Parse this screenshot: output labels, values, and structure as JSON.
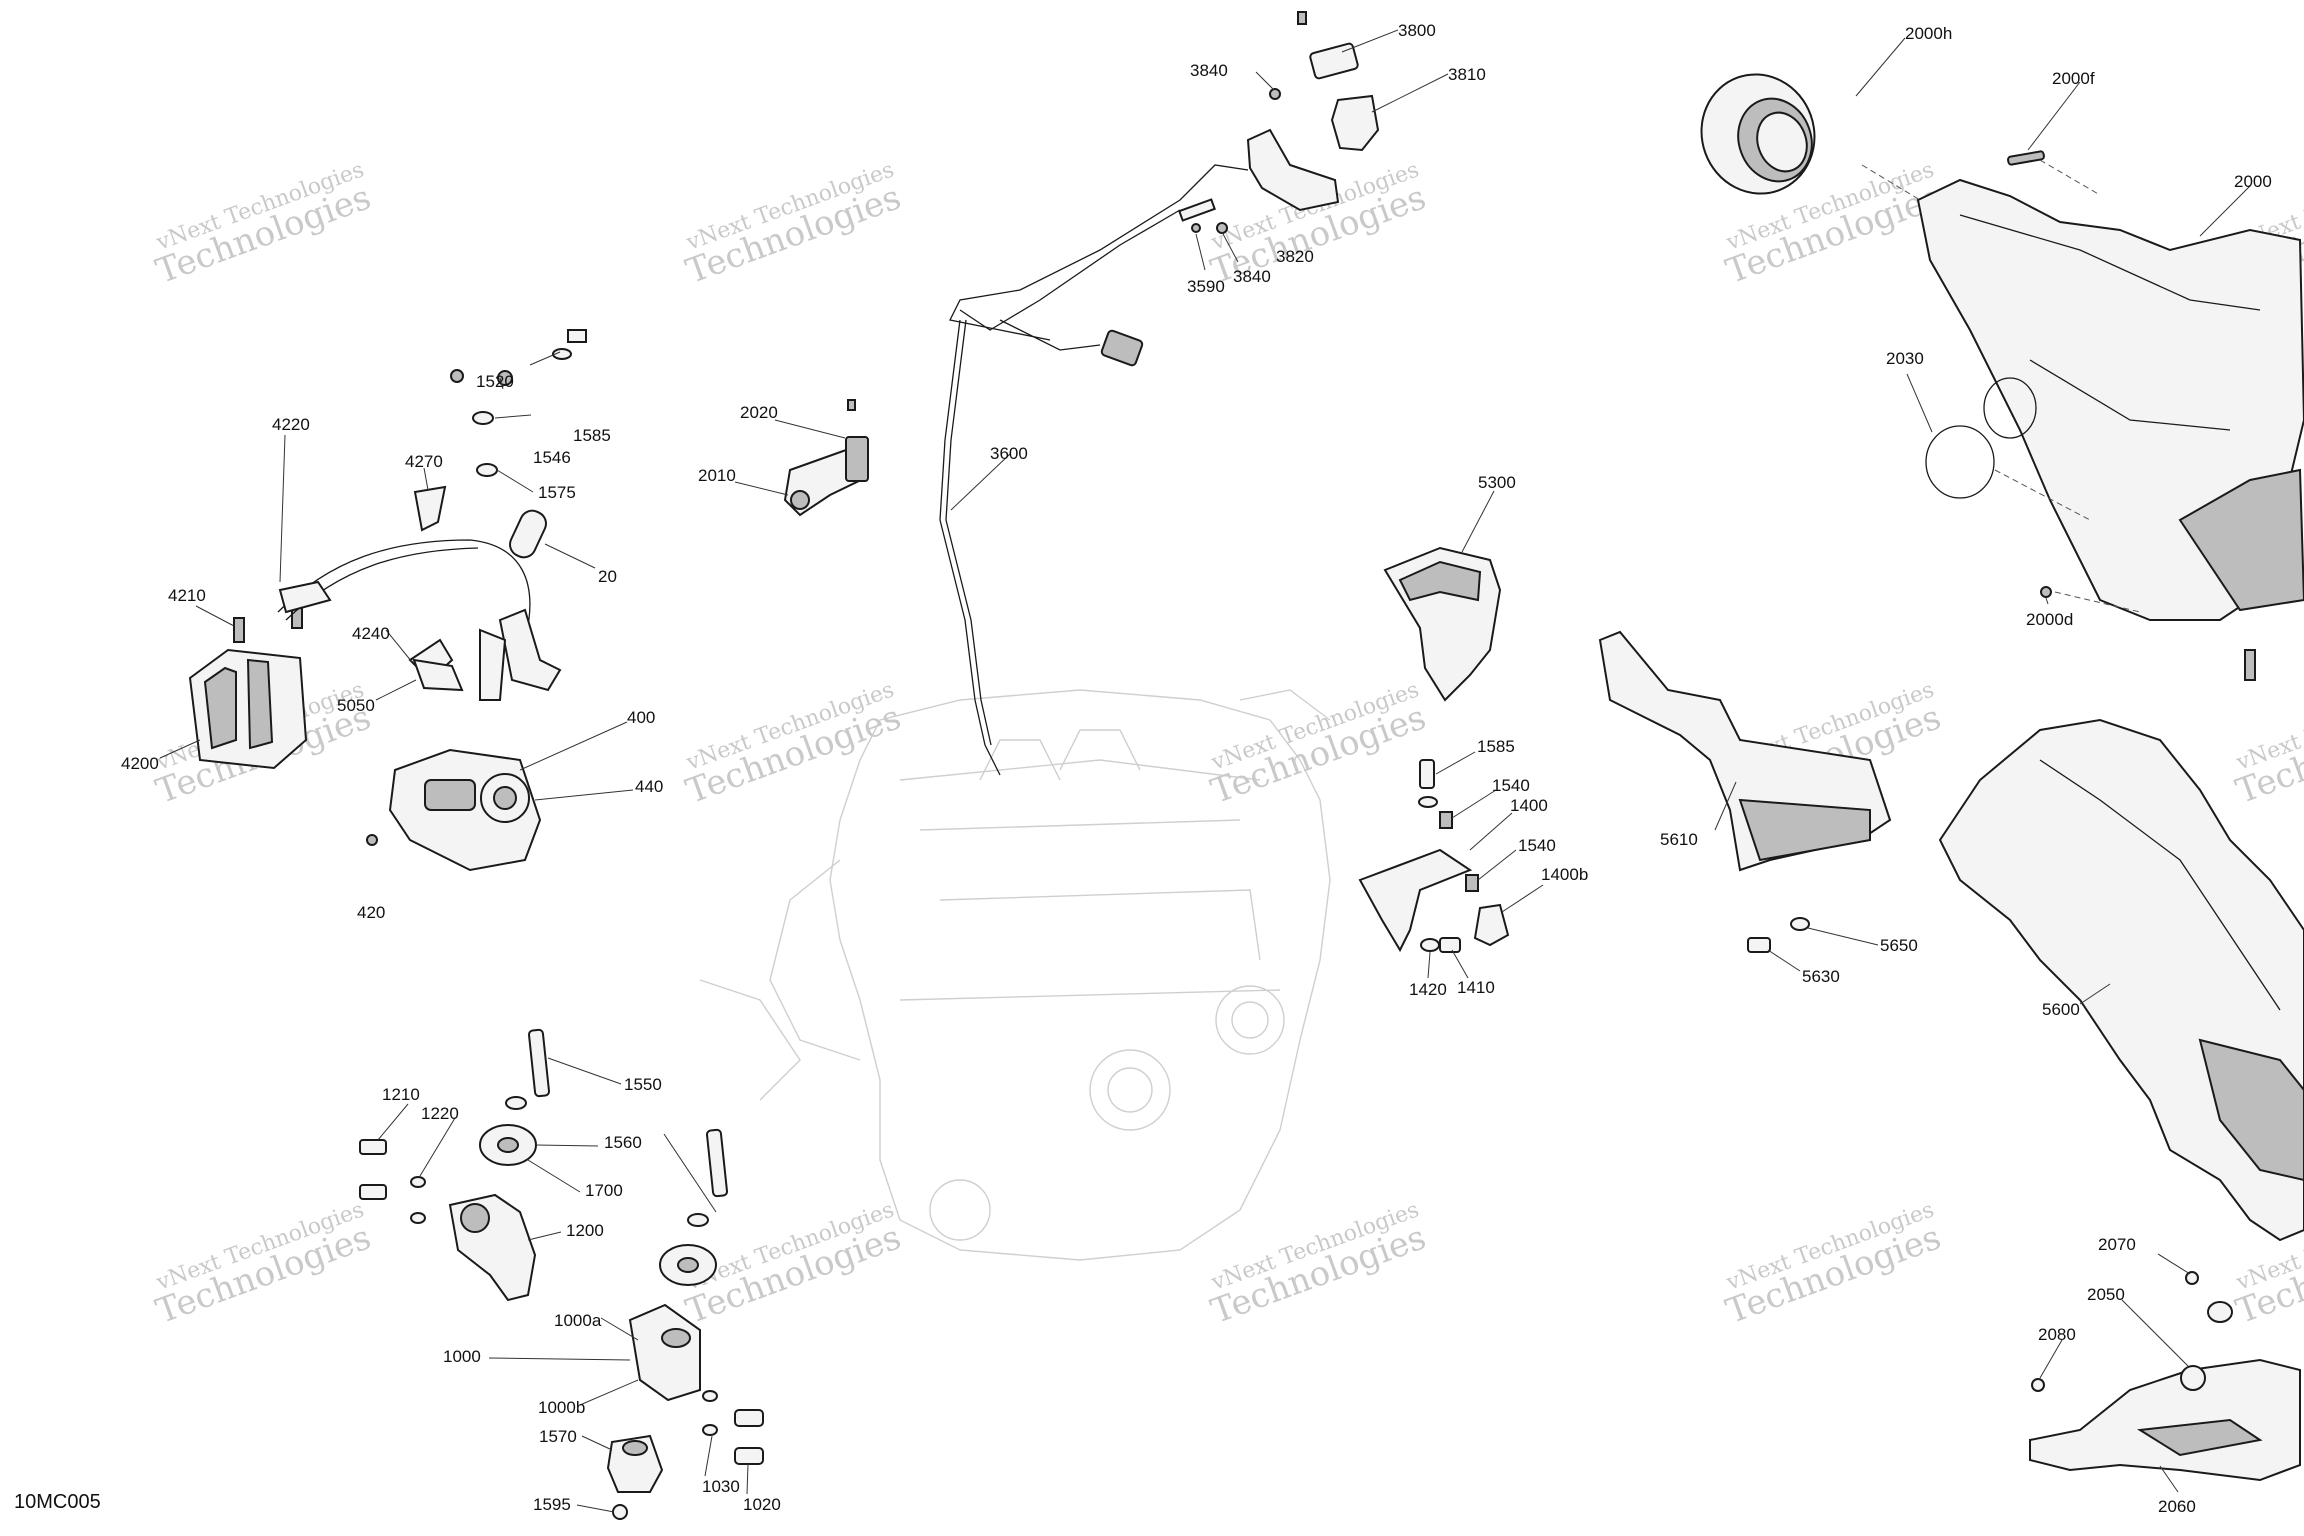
{
  "diagram": {
    "reference_code": "10MC005",
    "watermark": {
      "line1": "vNext Technologies",
      "line2": "Technologies"
    },
    "callouts": [
      {
        "id": "3800",
        "text": "3800"
      },
      {
        "id": "3840a",
        "text": "3840"
      },
      {
        "id": "3810",
        "text": "3810"
      },
      {
        "id": "3590",
        "text": "3590"
      },
      {
        "id": "3840b",
        "text": "3840"
      },
      {
        "id": "3820",
        "text": "3820"
      },
      {
        "id": "3600",
        "text": "3600"
      },
      {
        "id": "2020",
        "text": "2020"
      },
      {
        "id": "2010",
        "text": "2010"
      },
      {
        "id": "1520",
        "text": "1520"
      },
      {
        "id": "1585a",
        "text": "1585"
      },
      {
        "id": "1546",
        "text": "1546"
      },
      {
        "id": "4270",
        "text": "4270"
      },
      {
        "id": "1575",
        "text": "1575"
      },
      {
        "id": "20",
        "text": "20"
      },
      {
        "id": "4220",
        "text": "4220"
      },
      {
        "id": "4210",
        "text": "4210"
      },
      {
        "id": "4240",
        "text": "4240"
      },
      {
        "id": "5050",
        "text": "5050"
      },
      {
        "id": "4200",
        "text": "4200"
      },
      {
        "id": "400",
        "text": "400"
      },
      {
        "id": "440",
        "text": "440"
      },
      {
        "id": "420",
        "text": "420"
      },
      {
        "id": "5300",
        "text": "5300"
      },
      {
        "id": "1585b",
        "text": "1585"
      },
      {
        "id": "1540a",
        "text": "1540"
      },
      {
        "id": "1400",
        "text": "1400"
      },
      {
        "id": "1540b",
        "text": "1540"
      },
      {
        "id": "1400b",
        "text": "1400b"
      },
      {
        "id": "1420",
        "text": "1420"
      },
      {
        "id": "1410",
        "text": "1410"
      },
      {
        "id": "2000h",
        "text": "2000h"
      },
      {
        "id": "2000f",
        "text": "2000f"
      },
      {
        "id": "2000",
        "text": "2000"
      },
      {
        "id": "2030",
        "text": "2030"
      },
      {
        "id": "2000d",
        "text": "2000d"
      },
      {
        "id": "5610",
        "text": "5610"
      },
      {
        "id": "5650",
        "text": "5650"
      },
      {
        "id": "5630",
        "text": "5630"
      },
      {
        "id": "5600",
        "text": "5600"
      },
      {
        "id": "1210",
        "text": "1210"
      },
      {
        "id": "1220",
        "text": "1220"
      },
      {
        "id": "1550",
        "text": "1550"
      },
      {
        "id": "1560",
        "text": "1560"
      },
      {
        "id": "1700",
        "text": "1700"
      },
      {
        "id": "1200",
        "text": "1200"
      },
      {
        "id": "1000a",
        "text": "1000a"
      },
      {
        "id": "1000",
        "text": "1000"
      },
      {
        "id": "1000b",
        "text": "1000b"
      },
      {
        "id": "1570",
        "text": "1570"
      },
      {
        "id": "1595",
        "text": "1595"
      },
      {
        "id": "1030",
        "text": "1030"
      },
      {
        "id": "1020",
        "text": "1020"
      },
      {
        "id": "2070",
        "text": "2070"
      },
      {
        "id": "2050",
        "text": "2050"
      },
      {
        "id": "2080",
        "text": "2080"
      },
      {
        "id": "2060",
        "text": "2060"
      }
    ]
  }
}
